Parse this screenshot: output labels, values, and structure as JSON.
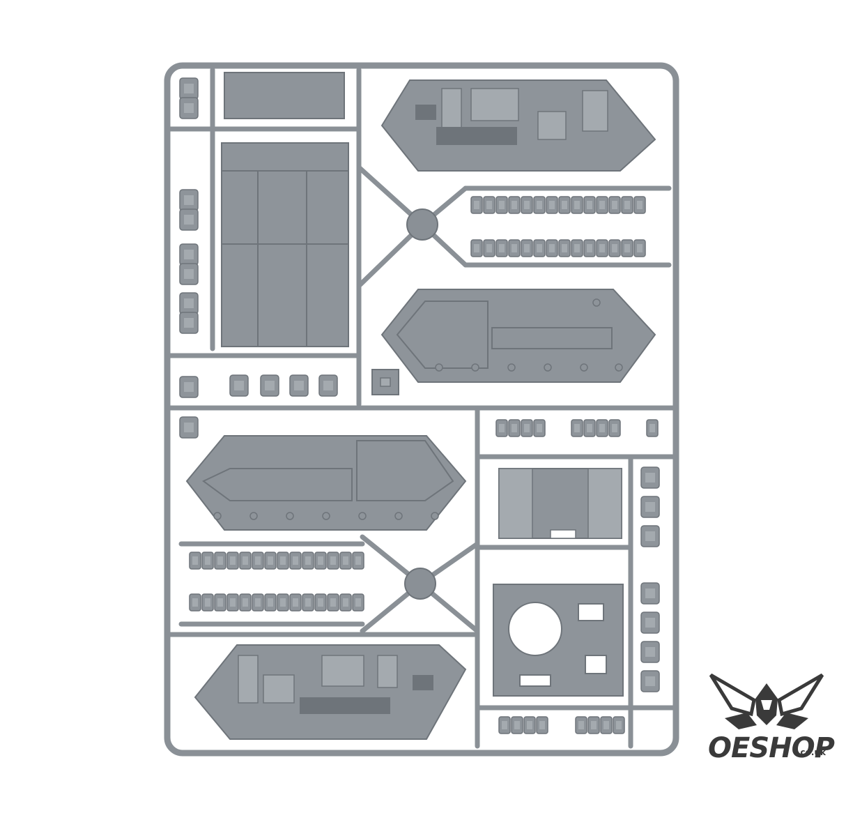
{
  "image": {
    "subject": "plastic-model-sprue",
    "colors": {
      "plastic": "#8e949a",
      "plastic_dark": "#6e747a",
      "plastic_light": "#a4aaaf",
      "frame": "#8a9096",
      "background": "#ffffff",
      "logo": "#3a3a3a"
    }
  },
  "logo": {
    "brand": "OESHOP",
    "suffix": ".co.uk",
    "icon": "winged-helmet-icon"
  }
}
